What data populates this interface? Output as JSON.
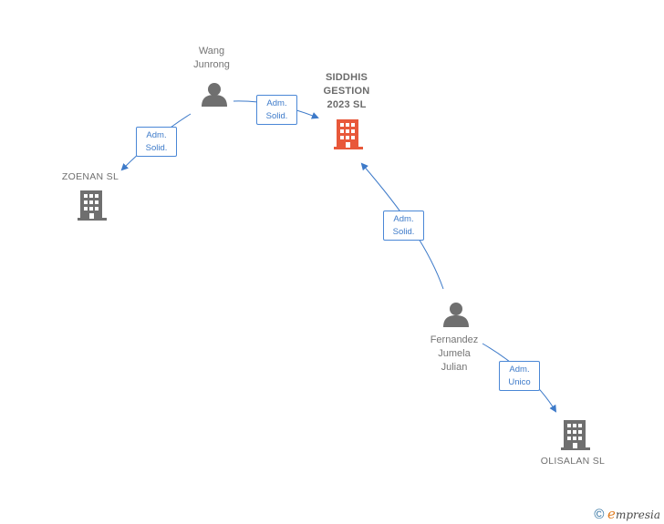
{
  "nodes": {
    "wang": {
      "label": "Wang\nJunrong",
      "type": "person",
      "icon": "person-icon",
      "color": "#6f6f6f"
    },
    "siddhis": {
      "label": "SIDDHIS\nGESTION\n2023  SL",
      "type": "company",
      "icon": "building-icon",
      "color": "#e8583a",
      "highlighted": true
    },
    "zoenan": {
      "label": "ZOENAN  SL",
      "type": "company",
      "icon": "building-icon",
      "color": "#6f6f6f"
    },
    "fernandez": {
      "label": "Fernandez\nJumela\nJulian",
      "type": "person",
      "icon": "person-icon",
      "color": "#6f6f6f"
    },
    "olisalan": {
      "label": "OLISALAN SL",
      "type": "company",
      "icon": "building-icon",
      "color": "#6f6f6f"
    }
  },
  "edges": [
    {
      "from": "wang",
      "to": "siddhis",
      "label": "Adm.\nSolid."
    },
    {
      "from": "wang",
      "to": "zoenan",
      "label": "Adm.\nSolid."
    },
    {
      "from": "fernandez",
      "to": "siddhis",
      "label": "Adm.\nSolid."
    },
    {
      "from": "fernandez",
      "to": "olisalan",
      "label": "Adm.\nUnico"
    }
  ],
  "edge_color": "#3d7ac9",
  "footer": {
    "copyright_symbol": "©",
    "brand_initial": "e",
    "brand_rest": "mpresia"
  }
}
